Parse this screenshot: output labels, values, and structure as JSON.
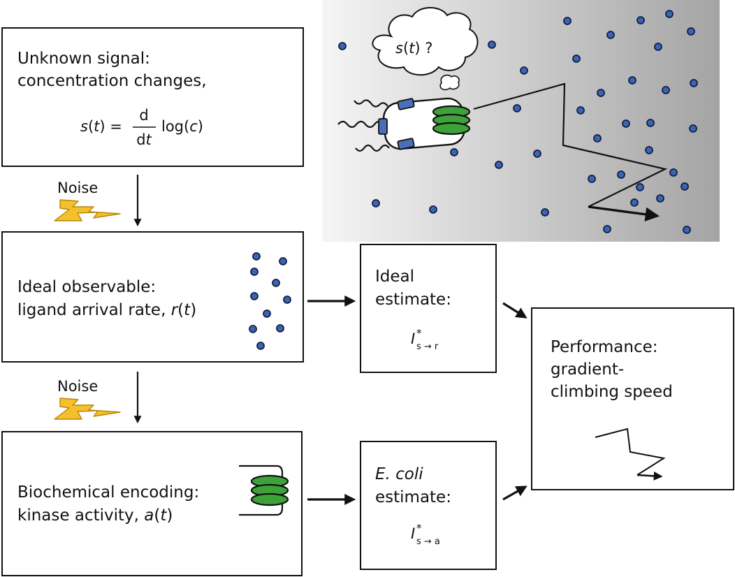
{
  "signal_box": {
    "line1": "Unknown signal:",
    "line2": "concentration changes,",
    "eq_lhs_s": "s",
    "eq_lhs_open": "(",
    "eq_lhs_t": "t",
    "eq_lhs_close": ") =",
    "frac_num": "d",
    "frac_den_d": "d",
    "frac_den_t": "t",
    "eq_rhs_log": "log(",
    "eq_rhs_c": "c",
    "eq_rhs_close": ")"
  },
  "noise_labels": [
    "Noise",
    "Noise"
  ],
  "observable_box": {
    "line1": "Ideal observable:",
    "line2_prefix": "ligand arrival rate, ",
    "line2_var": "r",
    "line2_open": "(",
    "line2_t": "t",
    "line2_close": ")"
  },
  "encoding_box": {
    "line1": "Biochemical encoding:",
    "line2_prefix": "kinase activity, ",
    "line2_var": "a",
    "line2_open": "(",
    "line2_t": "t",
    "line2_close": ")"
  },
  "ideal_estimate": {
    "line1": "Ideal",
    "line2": "estimate:",
    "symbol": "I",
    "sup": "*",
    "sub": "s → r"
  },
  "ecoli_estimate": {
    "line1_italic": "E. coli",
    "line2": "estimate:",
    "symbol": "I",
    "sup": "*",
    "sub": "s → a"
  },
  "performance": {
    "line1": "Performance:",
    "line2": "gradient-",
    "line3": "climbing speed"
  },
  "thought": {
    "s": "s",
    "open": "(",
    "t": "t",
    "close": ") ?"
  },
  "colors": {
    "ligand_dot": "#3e64b0",
    "receptor_green": "#3ea23a",
    "motor_blue": "#4a6fb8",
    "noise_bolt": "#f4c12a",
    "gradient_light": "#f4f4f4",
    "gradient_dark": "#a6a6a6"
  }
}
